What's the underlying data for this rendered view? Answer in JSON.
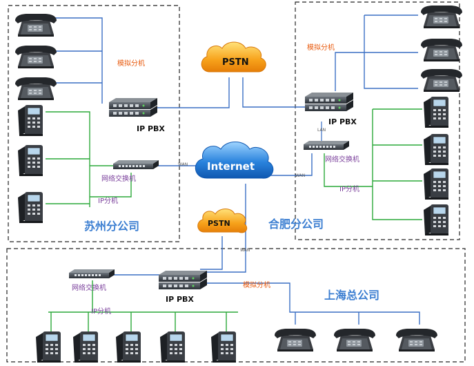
{
  "clouds": {
    "pstn_top": "PSTN",
    "internet": "Internet",
    "pstn_bottom": "PSTN"
  },
  "suzhou": {
    "name": "苏州分公司",
    "analog_label": "模拟分机",
    "pbx_label": "IP PBX",
    "switch_label": "网络交换机",
    "ip_label": "IP分机",
    "wan_label": "WAN"
  },
  "hefei": {
    "name": "合肥分公司",
    "analog_label": "模拟分机",
    "pbx_label": "IP PBX",
    "lan_label": "LAN",
    "switch_label": "网络交换机",
    "ip_label": "IP分机",
    "wan_label": "WAN"
  },
  "shanghai": {
    "name": "上海总公司",
    "switch_label": "网络交换机",
    "pbx_label": "IP PBX",
    "analog_label": "模拟分机",
    "ip_label": "IP分机",
    "wan_label": "WAN"
  },
  "colors": {
    "analog_line": "#3a6fc4",
    "ip_line": "#2aa838",
    "branch_text": "#3b7ed1",
    "analog_text": "#e8590c",
    "device_text": "#7a3f9b"
  },
  "icons": {
    "analog_phone": "analog-phone-icon",
    "ip_phone": "ip-phone-icon",
    "pbx": "ip-pbx-icon",
    "switch": "network-switch-icon",
    "cloud": "cloud-icon"
  }
}
